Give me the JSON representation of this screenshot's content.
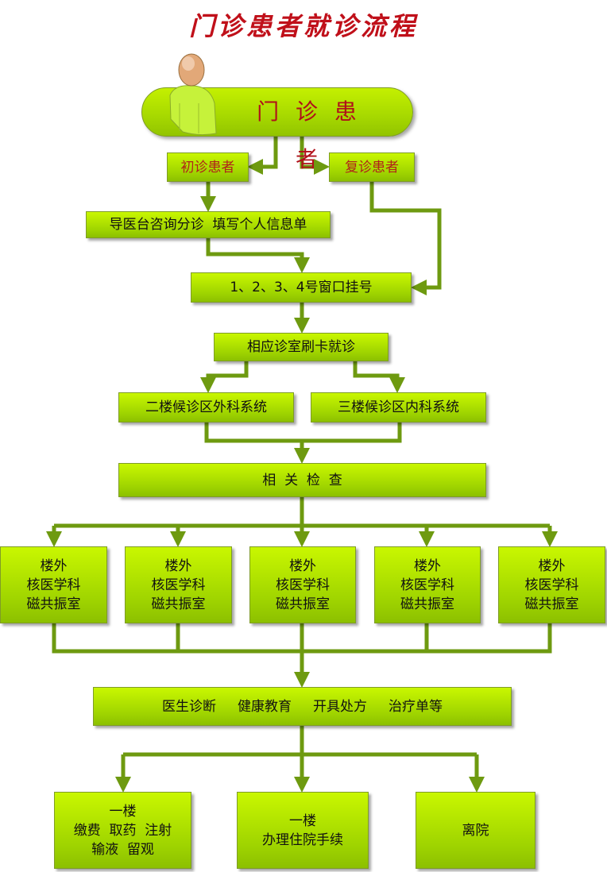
{
  "title": "门诊患者就诊流程",
  "start": "门 诊 患 者",
  "first_visit": "初诊患者",
  "return_visit": "复诊患者",
  "guide_desk": "导医台咨询分诊  填写个人信息单",
  "registration": "1、2、3、4号窗口挂号",
  "card_visit": "相应诊室刷卡就诊",
  "surgery_area": "二楼候诊区外科系统",
  "internal_area": "三楼候诊区内科系统",
  "exams": "相  关  检  查",
  "exam_rooms": [
    "楼外\n核医学科\n磁共振室",
    "楼外\n核医学科\n磁共振室",
    "楼外\n核医学科\n磁共振室",
    "楼外\n核医学科\n磁共振室",
    "楼外\n核医学科\n磁共振室"
  ],
  "doctor": "医生诊断     健康教育     开具处方     治疗单等",
  "endings": [
    "一楼\n缴费  取药  注射\n输液  留观",
    "一楼\n办理住院手续",
    "离院"
  ],
  "colors": {
    "connector": "#6e9a10",
    "title": "#c0101a",
    "box_top": "#c9f700",
    "box_bottom": "#8cc000"
  }
}
